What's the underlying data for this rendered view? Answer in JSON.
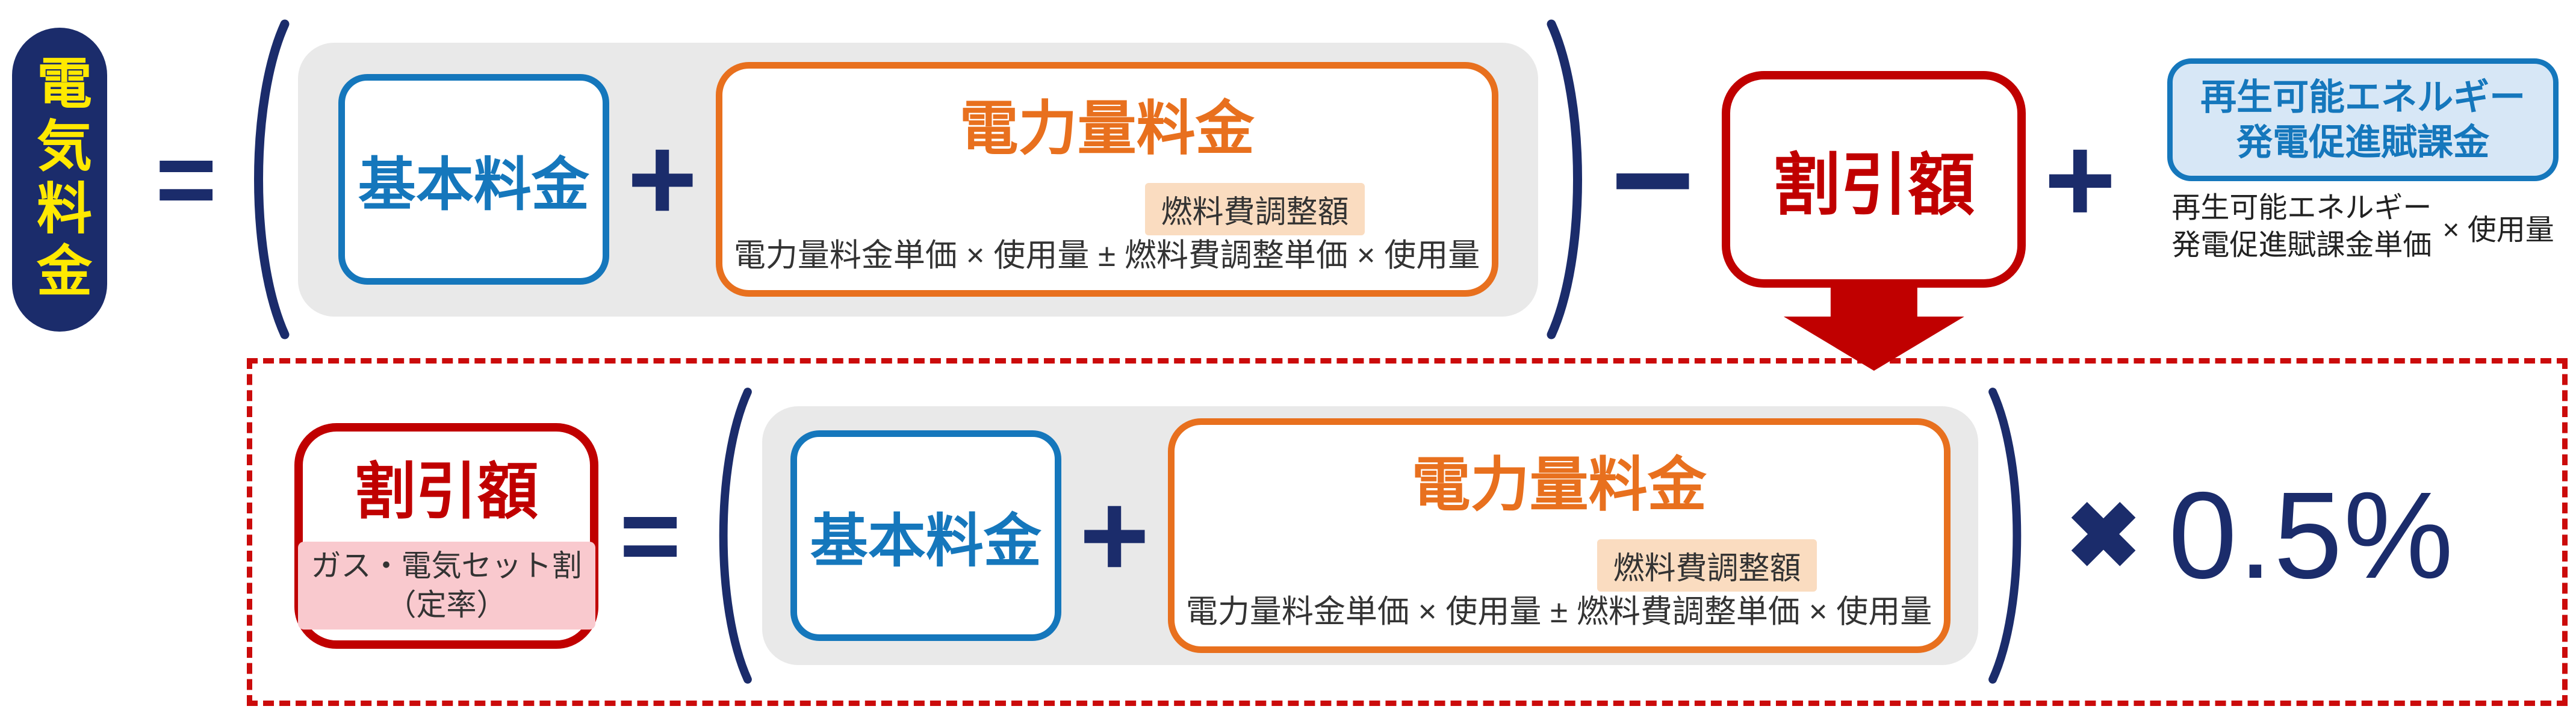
{
  "title_pill": {
    "label": "電気料金"
  },
  "operators": {
    "equals": "=",
    "plus": "+",
    "minus": "−",
    "multiply": "✖"
  },
  "formula_box": {
    "basic_label": "基本料金",
    "plus": "+",
    "energy_title": "電力量料金",
    "fuel_adjustment_label": "燃料費調整額",
    "energy_formula": "電力量料金単価 × 使用量 ± 燃料費調整単価 × 使用量"
  },
  "top_row": {
    "discount_label": "割引額",
    "renewable": {
      "box_line1": "再生可能エネルギー",
      "box_line2": "発電促進賦課金",
      "formula_line1": "再生可能エネルギー",
      "formula_line2": "発電促進賦課金単価",
      "formula_suffix": "× 使用量"
    }
  },
  "bottom_row": {
    "discount_label": "割引額",
    "discount_sub_line1": "ガス・電気セット割",
    "discount_sub_line2": "（定率）",
    "rate": "0.5%"
  },
  "colors": {
    "navy": "#1b2c6b",
    "blue": "#1577bc",
    "orange": "#e8701e",
    "orange_highlight": "#fadcc0",
    "red": "#c00000",
    "pink_highlight": "#f9c9ce",
    "light_blue_fill": "#d7e7f6",
    "gray_panel": "#e9e9e9",
    "yellow_text": "#ffe900"
  }
}
